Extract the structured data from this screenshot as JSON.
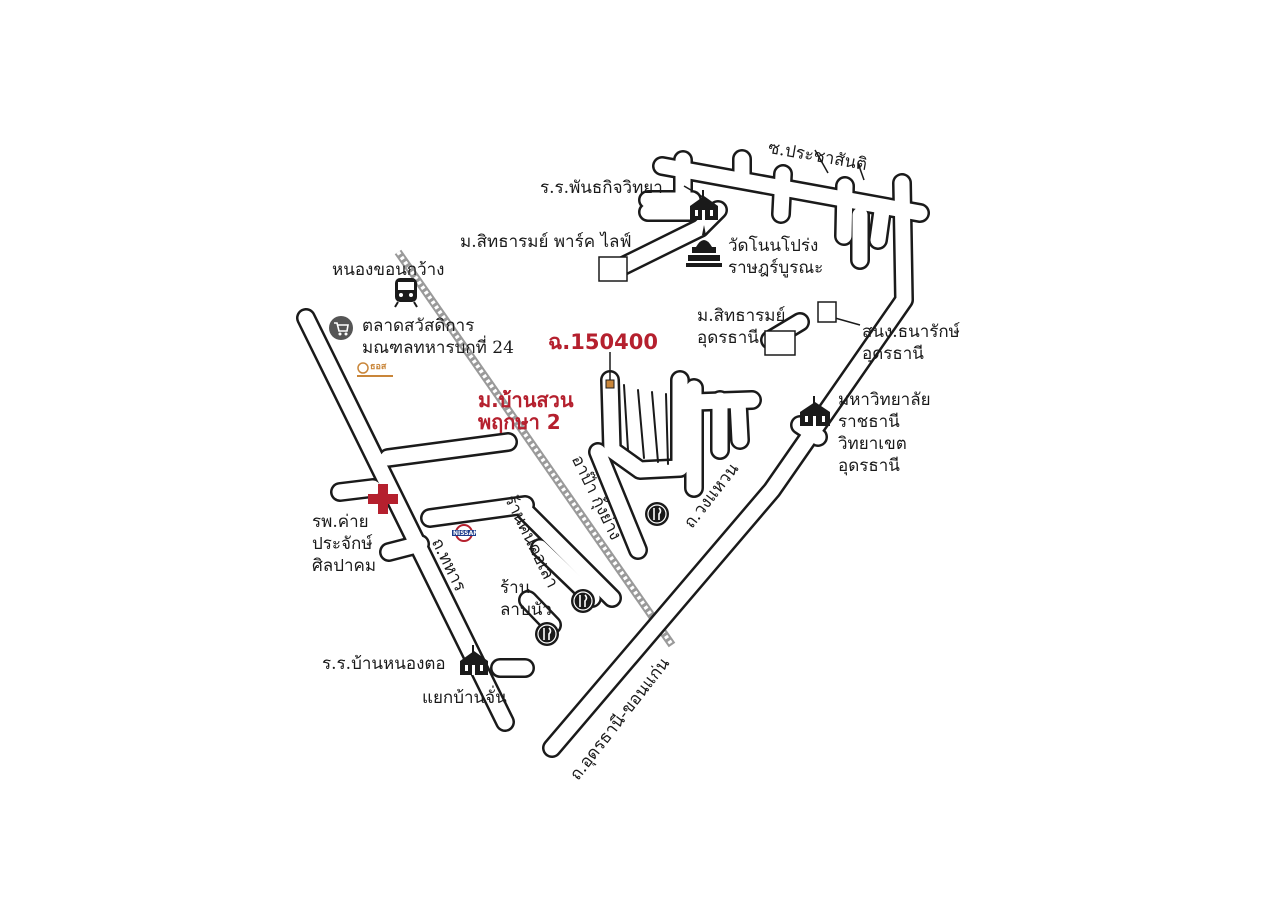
{
  "map": {
    "project_name_line1": "ม.บ้านสวน",
    "project_name_line2": "พฤกษา 2",
    "project_code": "ฉ.150400",
    "colors": {
      "accent": "#b5202e",
      "road_stroke": "#1a1a1a",
      "road_fill": "#ffffff",
      "icon": "#1a1a1a",
      "brand": "#c9863a"
    },
    "roads": {
      "prachasanti": "ซ.ประชาสันติ",
      "thahan": "ถ.ทหาร",
      "ring_road": "ถ.วงแหวน",
      "udon_khonkaen": "ถ.อุดรธานี-ขอนแก่น",
      "apa_kungyang": "อาป๊า กุ้งย่าง",
      "rankhonkhola": "ร้านคนคอเลา"
    },
    "landmarks": {
      "school_phanthakit": "ร.ร.พันธกิจวิทยา",
      "sitharom_park_life": "ม.สิทธารมย์ พาร์ค ไลฟ์",
      "wat_line1": "วัดโนนโปร่ง",
      "wat_line2": "ราษฎร์บูรณะ",
      "nongkhonkwang": "หนองขอนกว้าง",
      "market_line1": "ตลาดสวัสดิการ",
      "market_line2": "มณฑลทหารบกที่ 24",
      "brand_small": "ธอส",
      "sitharom_line1": "ม.สิทธารมย์",
      "sitharom_line2": "อุดรธานี",
      "stadium_line1": "สนง.ธนารักษ์",
      "stadium_line2": "อุดรธานี",
      "university_line1": "มหาวิทยาลัย",
      "university_line2": "ราชธานี",
      "university_line3": "วิทยาเขต",
      "university_line4": "อุดรธานี",
      "hospital_line1": "รพ.ค่าย",
      "hospital_line2": "ประจักษ์",
      "hospital_line3": "ศิลปาคม",
      "nissan": "NISSAN",
      "restaurant_line1": "ร้าน",
      "restaurant_line2": "ลาบนัว",
      "school_nongto": "ร.ร.บ้านหนองตอ",
      "junction": "แยกบ้านจั่น"
    },
    "icons": [
      "school-icon",
      "temple-icon",
      "train-icon",
      "cart-icon",
      "hospital-icon",
      "restaurant-icon",
      "nissan-logo-icon",
      "building-square-icon"
    ]
  }
}
